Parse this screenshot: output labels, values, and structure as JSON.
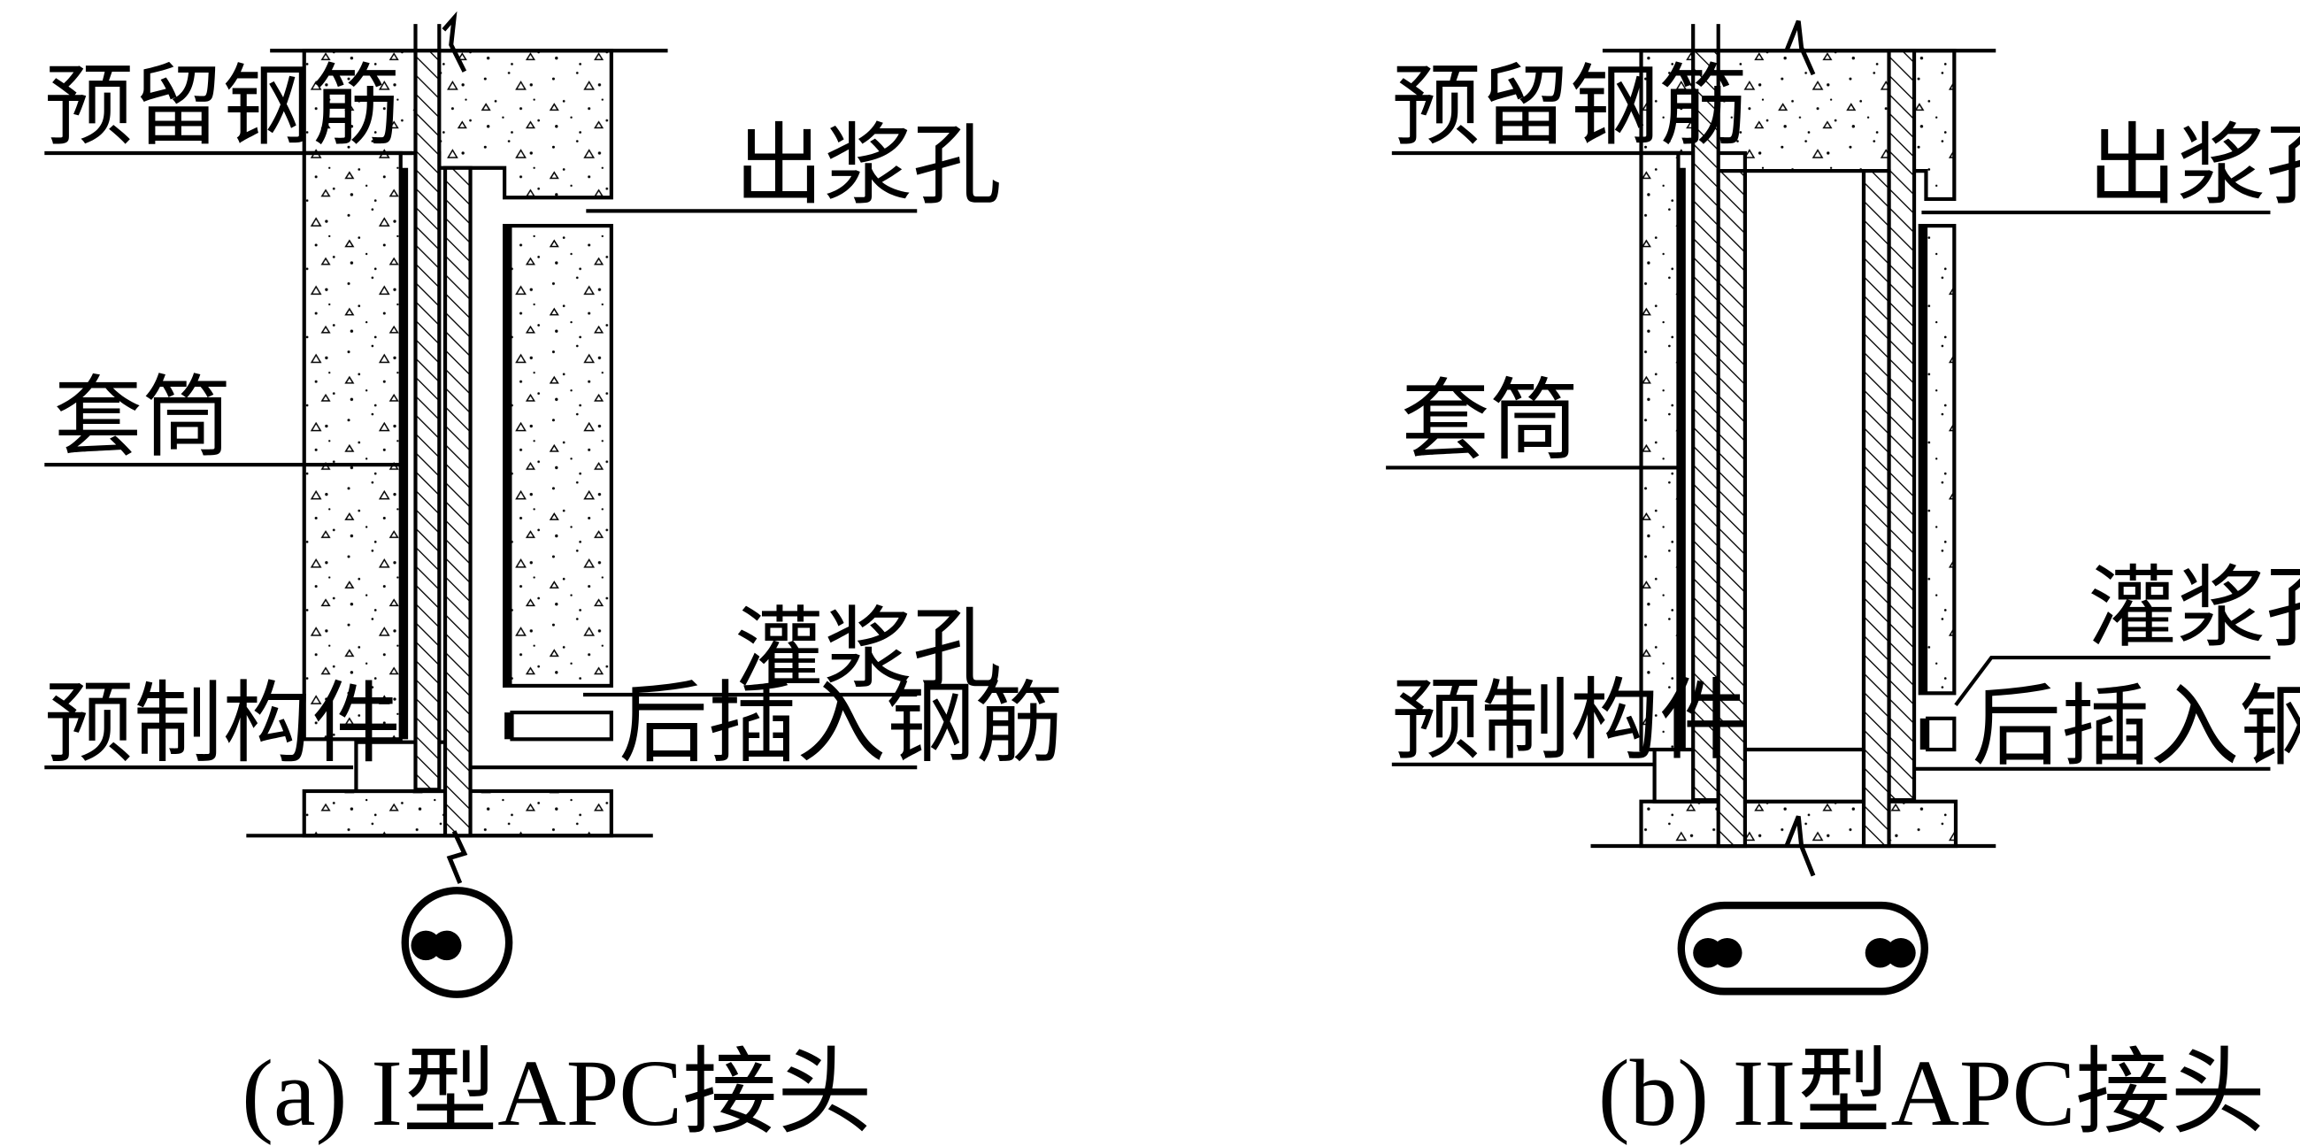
{
  "panel_a": {
    "labels": {
      "reserved_rebar": "预留钢筋",
      "outlet_hole": "出浆孔",
      "sleeve": "套筒",
      "grout_hole": "灌浆孔",
      "precast_member": "预制构件",
      "post_inserted_rebar": "后插入钢筋"
    },
    "caption": "(a) I型APC接头"
  },
  "panel_b": {
    "labels": {
      "reserved_rebar": "预留钢筋",
      "outlet_hole": "出浆孔",
      "sleeve": "套筒",
      "grout_hole": "灌浆孔",
      "precast_member": "预制构件",
      "post_inserted_rebar": "后插入钢筋"
    },
    "caption": "(b) II型APC接头"
  },
  "colors": {
    "line": "#000000",
    "background": "#ffffff"
  }
}
